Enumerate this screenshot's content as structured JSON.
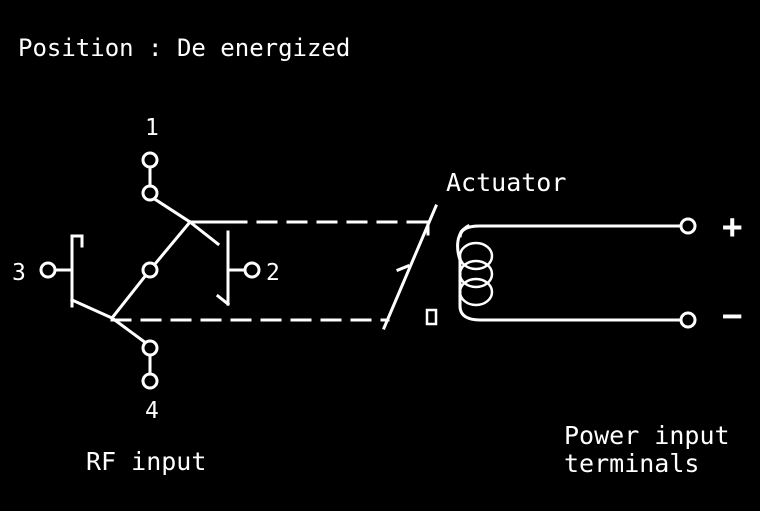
{
  "title": "Position : De energized",
  "ports": {
    "p1": "1",
    "p2": "2",
    "p3": "3",
    "p4": "4"
  },
  "actuator_label": "Actuator",
  "rf_input_label": "RF input",
  "power_input_label": [
    "Power input",
    "terminals"
  ],
  "polarity": {
    "positive": "+",
    "negative": "−"
  }
}
